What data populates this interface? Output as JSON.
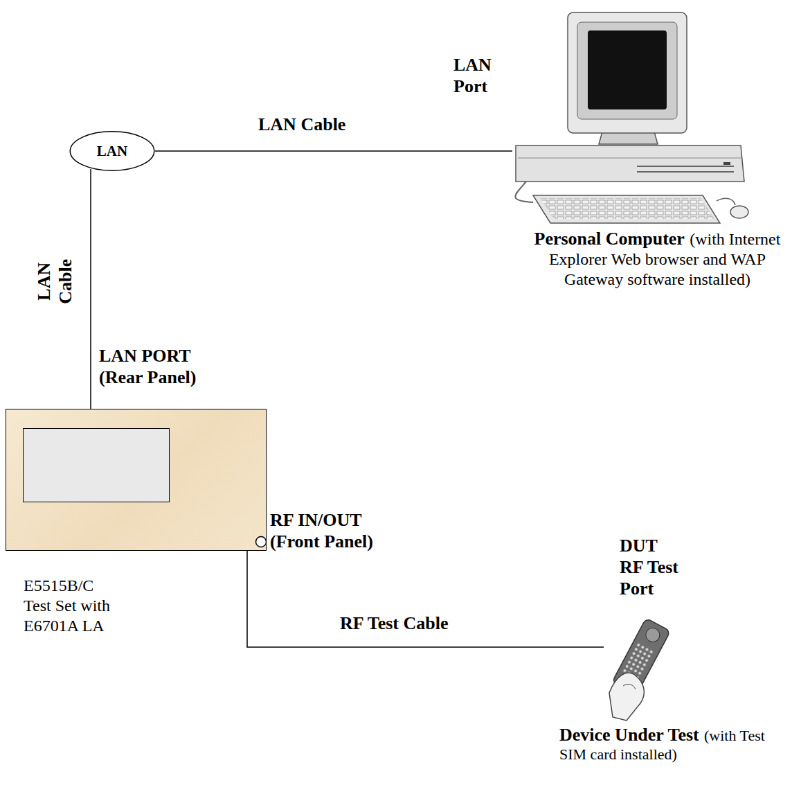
{
  "diagram": {
    "nodes": [
      {
        "text": [
          "LAN"
        ]
      },
      {
        "text": [
          "Personal Computer",
          "(with Internet Explorer Web browser and WAP Gateway software installed)"
        ]
      },
      {
        "text": [
          "E5515B/C Test Set with E6701A LA"
        ]
      },
      {
        "text": [
          "Device Under Test",
          "(with Test SIM card installed)"
        ]
      }
    ],
    "edges": [
      {
        "from": 0,
        "to": 1,
        "arrow": "none",
        "label": "LAN Cable"
      },
      {
        "from": 0,
        "to": 2,
        "arrow": "none",
        "label": "LAN Cable"
      },
      {
        "from": 2,
        "to": 3,
        "arrow": "none",
        "label": "RF Test Cable"
      }
    ],
    "labels": [
      "LAN Port",
      "LAN PORT (Rear Panel)",
      "RF IN/OUT (Front Panel)",
      "DUT RF Test Port"
    ]
  }
}
